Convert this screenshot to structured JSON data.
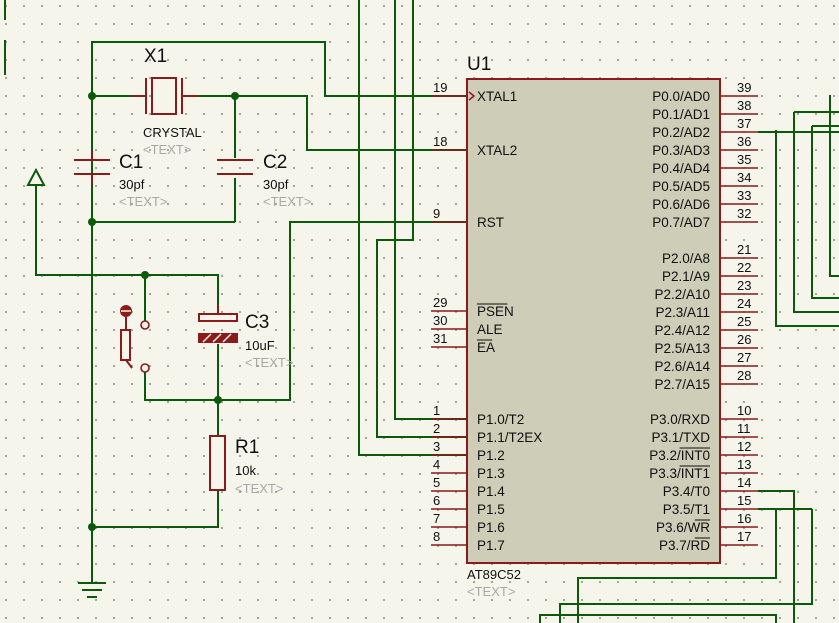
{
  "colors": {
    "background": "#f5f5ec",
    "wire": "#0a5a0a",
    "component": "#8b1a1a",
    "chip_fill": "#cdcdb8",
    "placeholder": "#a8a8a8"
  },
  "components": {
    "x1": {
      "ref": "X1",
      "value": "CRYSTAL"
    },
    "c1": {
      "ref": "C1",
      "value": "30pf",
      "text": "<TEXT>"
    },
    "c2": {
      "ref": "C2",
      "value": "30pf",
      "text": "<TEXT>"
    },
    "c3": {
      "ref": "C3",
      "value": "10uF",
      "text": "<TEXT>"
    },
    "r1": {
      "ref": "R1",
      "value": "10k",
      "text": "<TEXT>"
    },
    "x1_text": "<TEXT>"
  },
  "chip": {
    "ref": "U1",
    "part": "AT89C52",
    "text": "<TEXT>",
    "left_pins": [
      {
        "num": "19",
        "label": "XTAL1"
      },
      {
        "num": "18",
        "label": "XTAL2"
      },
      {
        "num": "9",
        "label": "RST"
      },
      {
        "num": "29",
        "label": "PSEN",
        "overbar": true
      },
      {
        "num": "30",
        "label": "ALE"
      },
      {
        "num": "31",
        "label": "EA",
        "overbar": true
      },
      {
        "num": "1",
        "label": "P1.0/T2"
      },
      {
        "num": "2",
        "label": "P1.1/T2EX"
      },
      {
        "num": "3",
        "label": "P1.2"
      },
      {
        "num": "4",
        "label": "P1.3"
      },
      {
        "num": "5",
        "label": "P1.4"
      },
      {
        "num": "6",
        "label": "P1.5"
      },
      {
        "num": "7",
        "label": "P1.6"
      },
      {
        "num": "8",
        "label": "P1.7"
      }
    ],
    "right_pins": [
      {
        "num": "39",
        "label": "P0.0/AD0"
      },
      {
        "num": "38",
        "label": "P0.1/AD1"
      },
      {
        "num": "37",
        "label": "P0.2/AD2"
      },
      {
        "num": "36",
        "label": "P0.3/AD3"
      },
      {
        "num": "35",
        "label": "P0.4/AD4"
      },
      {
        "num": "34",
        "label": "P0.5/AD5"
      },
      {
        "num": "33",
        "label": "P0.6/AD6"
      },
      {
        "num": "32",
        "label": "P0.7/AD7"
      },
      {
        "num": "21",
        "label": "P2.0/A8"
      },
      {
        "num": "22",
        "label": "P2.1/A9"
      },
      {
        "num": "23",
        "label": "P2.2/A10"
      },
      {
        "num": "24",
        "label": "P2.3/A11"
      },
      {
        "num": "25",
        "label": "P2.4/A12"
      },
      {
        "num": "26",
        "label": "P2.5/A13"
      },
      {
        "num": "27",
        "label": "P2.6/A14"
      },
      {
        "num": "28",
        "label": "P2.7/A15"
      },
      {
        "num": "10",
        "label": "P3.0/RXD"
      },
      {
        "num": "11",
        "label": "P3.1/TXD"
      },
      {
        "num": "12",
        "label": "P3.2/INT0",
        "overbar_part": "INT0"
      },
      {
        "num": "13",
        "label": "P3.3/INT1",
        "overbar_part": "INT1"
      },
      {
        "num": "14",
        "label": "P3.4/T0"
      },
      {
        "num": "15",
        "label": "P3.5/T1"
      },
      {
        "num": "16",
        "label": "P3.6/WR",
        "overbar_part": "WR"
      },
      {
        "num": "17",
        "label": "P3.7/RD",
        "overbar_part": "RD"
      }
    ]
  }
}
